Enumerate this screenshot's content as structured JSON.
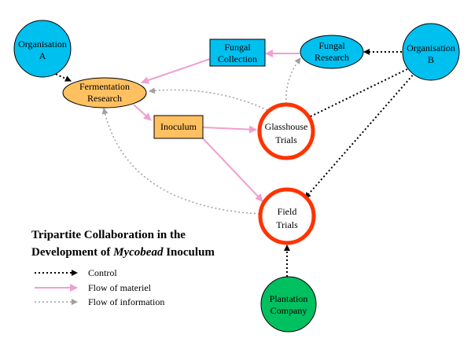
{
  "nodes": {
    "org_a": [
      "Organisation",
      "A"
    ],
    "org_b": [
      "Organisation",
      "B"
    ],
    "fungal_research": [
      "Fungal",
      "Research"
    ],
    "fungal_collection": [
      "Fungal",
      "Collection"
    ],
    "fermentation_research": [
      "Fermentation",
      "Research"
    ],
    "inoculum": [
      "Inoculum"
    ],
    "glasshouse_trials": [
      "Glasshouse",
      "Trials"
    ],
    "field_trials": [
      "Field",
      "Trials"
    ],
    "plantation_company": [
      "Plantation",
      "Company"
    ]
  },
  "title": {
    "line1": "Tripartite Collaboration in the",
    "line2_prefix": "Development of ",
    "line2_italic": "Mycobead",
    "line2_suffix": " Inoculum"
  },
  "legend": {
    "control": "Control",
    "materiel": "Flow of materiel",
    "information": "Flow of information"
  },
  "colors": {
    "organisation_fill": "#00c0f0",
    "research_fill": "#ffc060",
    "trials_ring": "#ff3300",
    "plantation_fill": "#00c060",
    "materiel_arrow": "#f0a0d0",
    "information_arrow": "#b0b0b0",
    "control_arrow": "#000000"
  }
}
